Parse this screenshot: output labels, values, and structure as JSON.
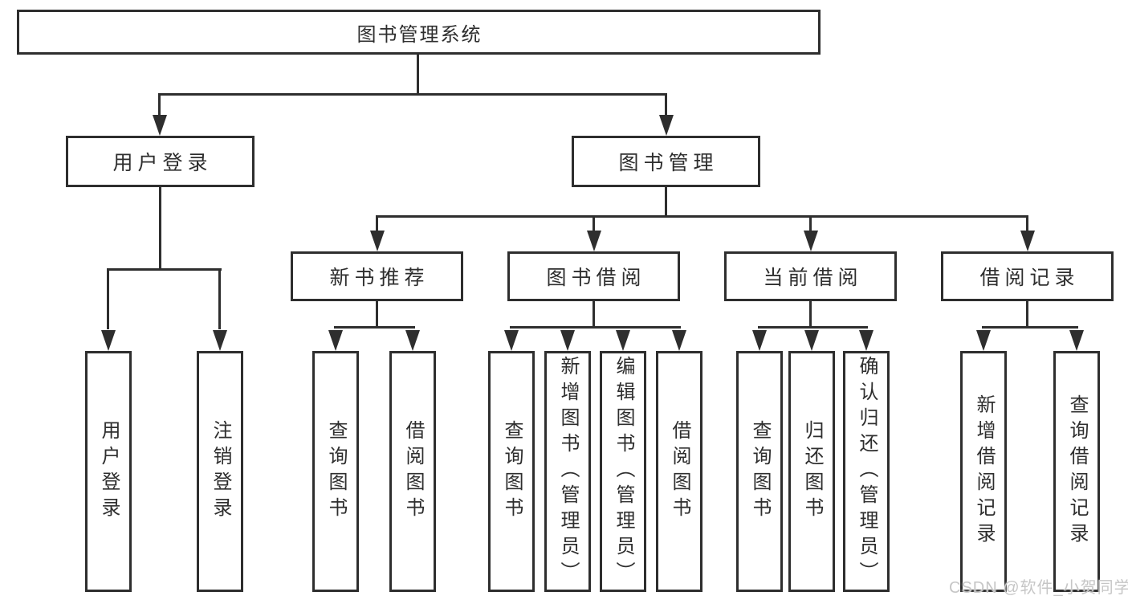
{
  "diagram": {
    "type": "hierarchy-tree",
    "root": {
      "label": "图书管理系统",
      "children": [
        {
          "label": "用户登录",
          "children": [
            {
              "label": "用户登录"
            },
            {
              "label": "注销登录"
            }
          ]
        },
        {
          "label": "图书管理",
          "children": [
            {
              "label": "新书推荐",
              "children": [
                {
                  "label": "查询图书"
                },
                {
                  "label": "借阅图书"
                }
              ]
            },
            {
              "label": "图书借阅",
              "children": [
                {
                  "label": "查询图书"
                },
                {
                  "label": "新增图书（管理员）"
                },
                {
                  "label": "编辑图书（管理员）"
                },
                {
                  "label": "借阅图书"
                }
              ]
            },
            {
              "label": "当前借阅",
              "children": [
                {
                  "label": "查询图书"
                },
                {
                  "label": "归还图书"
                },
                {
                  "label": "确认归还（管理员）"
                }
              ]
            },
            {
              "label": "借阅记录",
              "children": [
                {
                  "label": "新增借阅记录"
                },
                {
                  "label": "查询借阅记录"
                }
              ]
            }
          ]
        }
      ]
    }
  },
  "watermark": {
    "text": "CSDN @软件_小贺同学",
    "color": "#c6c6c6"
  },
  "colors": {
    "stroke": "#2e2e2e",
    "text": "#2e2e2e",
    "background": "#ffffff"
  }
}
